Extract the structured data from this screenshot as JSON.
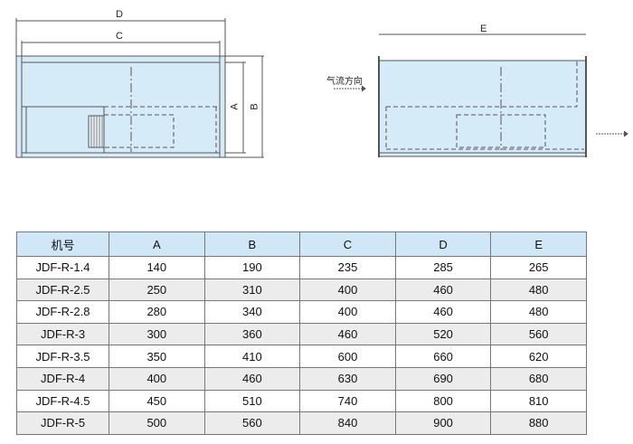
{
  "diagram": {
    "front_labels": {
      "d": "D",
      "c": "C",
      "a": "A",
      "b": "B"
    },
    "side_labels": {
      "e": "E",
      "airflow": "气流方向"
    },
    "fill_color": "#d6ebf8"
  },
  "table": {
    "headers": [
      "机号",
      "A",
      "B",
      "C",
      "D",
      "E"
    ],
    "rows": [
      [
        "JDF-R-1.4",
        "140",
        "190",
        "235",
        "285",
        "265"
      ],
      [
        "JDF-R-2.5",
        "250",
        "310",
        "400",
        "460",
        "480"
      ],
      [
        "JDF-R-2.8",
        "280",
        "340",
        "400",
        "460",
        "480"
      ],
      [
        "JDF-R-3",
        "300",
        "360",
        "460",
        "520",
        "560"
      ],
      [
        "JDF-R-3.5",
        "350",
        "410",
        "600",
        "660",
        "620"
      ],
      [
        "JDF-R-4",
        "400",
        "460",
        "630",
        "690",
        "680"
      ],
      [
        "JDF-R-4.5",
        "450",
        "510",
        "740",
        "800",
        "810"
      ],
      [
        "JDF-R-5",
        "500",
        "560",
        "840",
        "900",
        "880"
      ]
    ]
  }
}
